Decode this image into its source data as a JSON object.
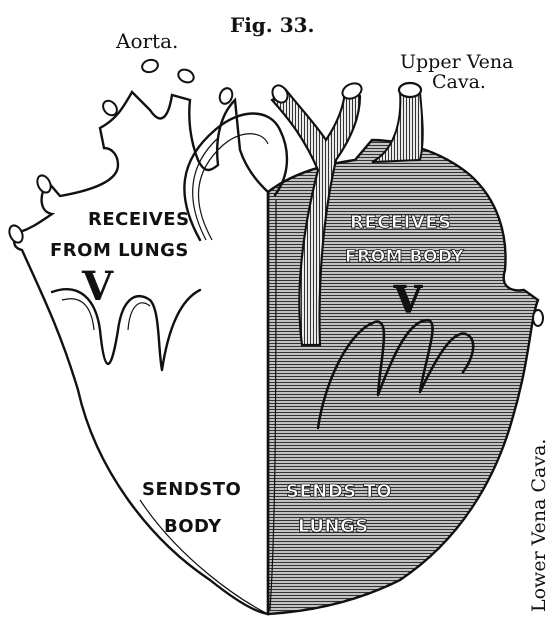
{
  "figure": {
    "number": "Fig. 33.",
    "labels": {
      "aorta": "Aorta.",
      "upper_vena_cava_line1": "Upper Vena",
      "upper_vena_cava_line2": "Cava.",
      "lower_vena_cava": "Lower Vena Cava."
    },
    "left_heart": {
      "upper_line1": "RECEIVES",
      "upper_line2": "FROM LUNGS",
      "chamber_letter": "V",
      "lower_line1": "SENDSTO",
      "lower_line2": "BODY"
    },
    "right_heart": {
      "upper_line1": "RECEIVES",
      "upper_line2": "FROM BODY",
      "chamber_letter": "V",
      "lower_line1": "SENDS TO",
      "lower_line2": "LUNGS"
    },
    "colors": {
      "ink": "#111111",
      "paper": "#ffffff",
      "venous_shading": "#8a8a8a"
    }
  }
}
